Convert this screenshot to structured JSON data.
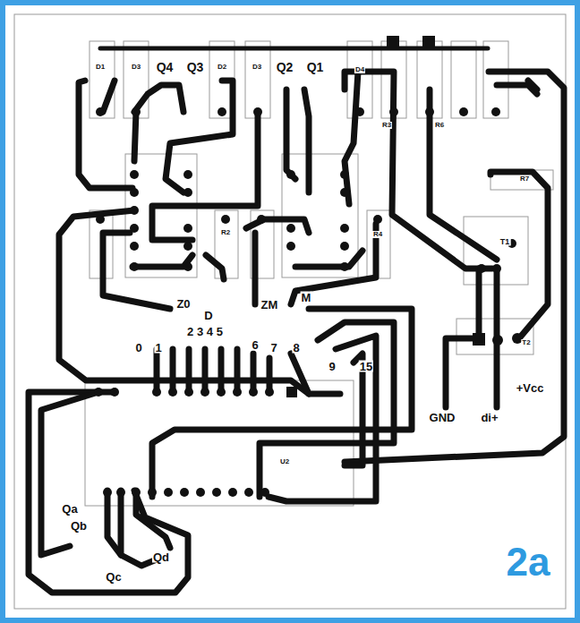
{
  "diagram": {
    "labels": [
      "D1",
      "D3",
      "Q4",
      "Q3",
      "D2",
      "D3",
      "Q2",
      "Q1",
      "D4",
      "R3",
      "R6",
      "R7",
      "R2",
      "R4",
      "T1",
      "T2",
      "U2",
      "Z0",
      "D",
      "ZM",
      "M",
      "2 3 4 5",
      "0",
      "1",
      "6",
      "7",
      "8",
      "9",
      "15",
      "GND",
      "di+",
      "+Vcc",
      "Qa",
      "Qb",
      "Qc",
      "Qd",
      "2a"
    ]
  }
}
